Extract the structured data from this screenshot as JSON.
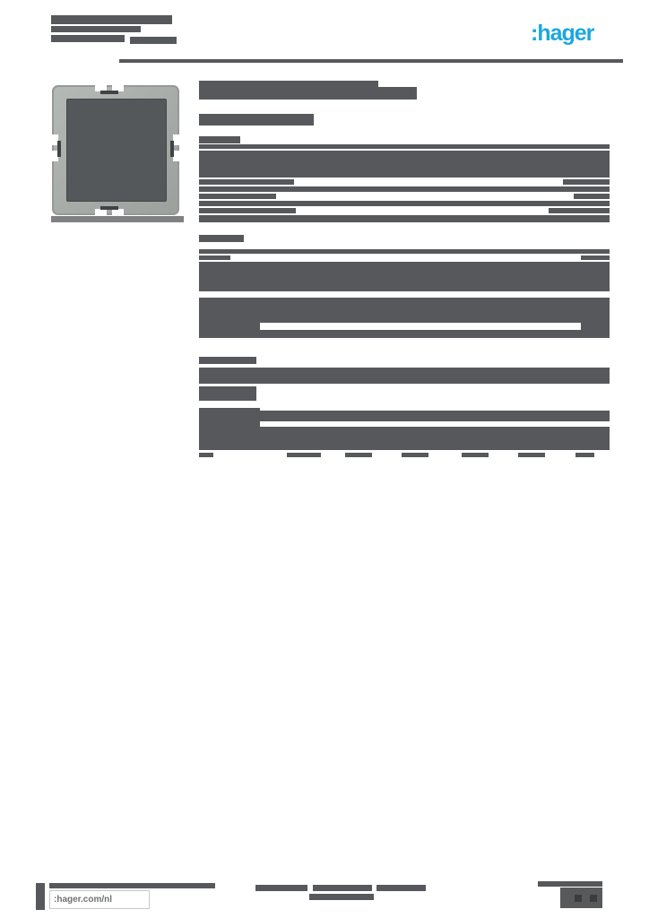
{
  "document": {
    "type": "product-datasheet",
    "note": "Hager datasheet page; body text rendered as illegible grey bars (redacted blocks)."
  },
  "brand": {
    "logo_text": ":hager",
    "logo_color": "#1ba7e0"
  },
  "footer": {
    "website": ":hager.com/nl"
  },
  "product_photo": {
    "name": "grey-square-push-button-insert",
    "frame_color": "#a9ada9",
    "plate_color": "#54585b"
  },
  "colors": {
    "ink": "#56585b",
    "light": "#7f8183",
    "dark": "#3a3c3e"
  },
  "redactions": {
    "bars": [
      [
        57,
        17,
        135,
        10
      ],
      [
        57,
        29,
        100,
        7
      ],
      [
        57,
        39,
        82,
        8
      ],
      [
        145,
        41,
        52,
        8
      ],
      [
        133,
        66,
        562,
        4
      ],
      [
        57,
        241,
        148,
        7,
        "light"
      ],
      [
        222,
        90,
        200,
        8
      ],
      [
        222,
        97,
        243,
        14
      ],
      [
        222,
        127,
        128,
        13
      ],
      [
        222,
        152,
        46,
        8
      ],
      [
        222,
        161,
        458,
        5
      ],
      [
        222,
        168,
        458,
        30
      ],
      [
        222,
        200,
        106,
        6
      ],
      [
        628,
        200,
        52,
        6
      ],
      [
        222,
        208,
        458,
        6
      ],
      [
        222,
        216,
        86,
        6
      ],
      [
        640,
        216,
        40,
        6
      ],
      [
        222,
        224,
        458,
        6
      ],
      [
        222,
        232,
        108,
        6
      ],
      [
        612,
        232,
        68,
        6
      ],
      [
        222,
        240,
        458,
        8
      ],
      [
        222,
        262,
        50,
        8
      ],
      [
        222,
        278,
        458,
        5
      ],
      [
        222,
        285,
        35,
        5
      ],
      [
        648,
        285,
        32,
        5
      ],
      [
        222,
        292,
        458,
        33
      ],
      [
        222,
        332,
        458,
        28
      ],
      [
        222,
        360,
        68,
        8
      ],
      [
        648,
        360,
        32,
        8
      ],
      [
        222,
        368,
        458,
        9
      ],
      [
        222,
        398,
        64,
        8
      ],
      [
        222,
        410,
        458,
        18
      ],
      [
        222,
        431,
        64,
        16
      ],
      [
        222,
        455,
        68,
        47
      ],
      [
        290,
        458,
        390,
        12
      ],
      [
        290,
        476,
        390,
        26
      ],
      [
        222,
        505,
        16,
        5
      ],
      [
        320,
        505,
        38,
        5
      ],
      [
        385,
        505,
        30,
        5
      ],
      [
        448,
        505,
        30,
        5
      ],
      [
        515,
        505,
        30,
        5
      ],
      [
        578,
        505,
        30,
        5
      ],
      [
        642,
        505,
        21,
        5
      ],
      [
        40,
        985,
        10,
        30
      ],
      [
        55,
        985,
        185,
        6
      ],
      [
        285,
        987,
        58,
        7
      ],
      [
        349,
        987,
        66,
        7
      ],
      [
        420,
        987,
        55,
        7
      ],
      [
        345,
        997,
        72,
        7
      ],
      [
        600,
        983,
        72,
        6
      ]
    ]
  }
}
